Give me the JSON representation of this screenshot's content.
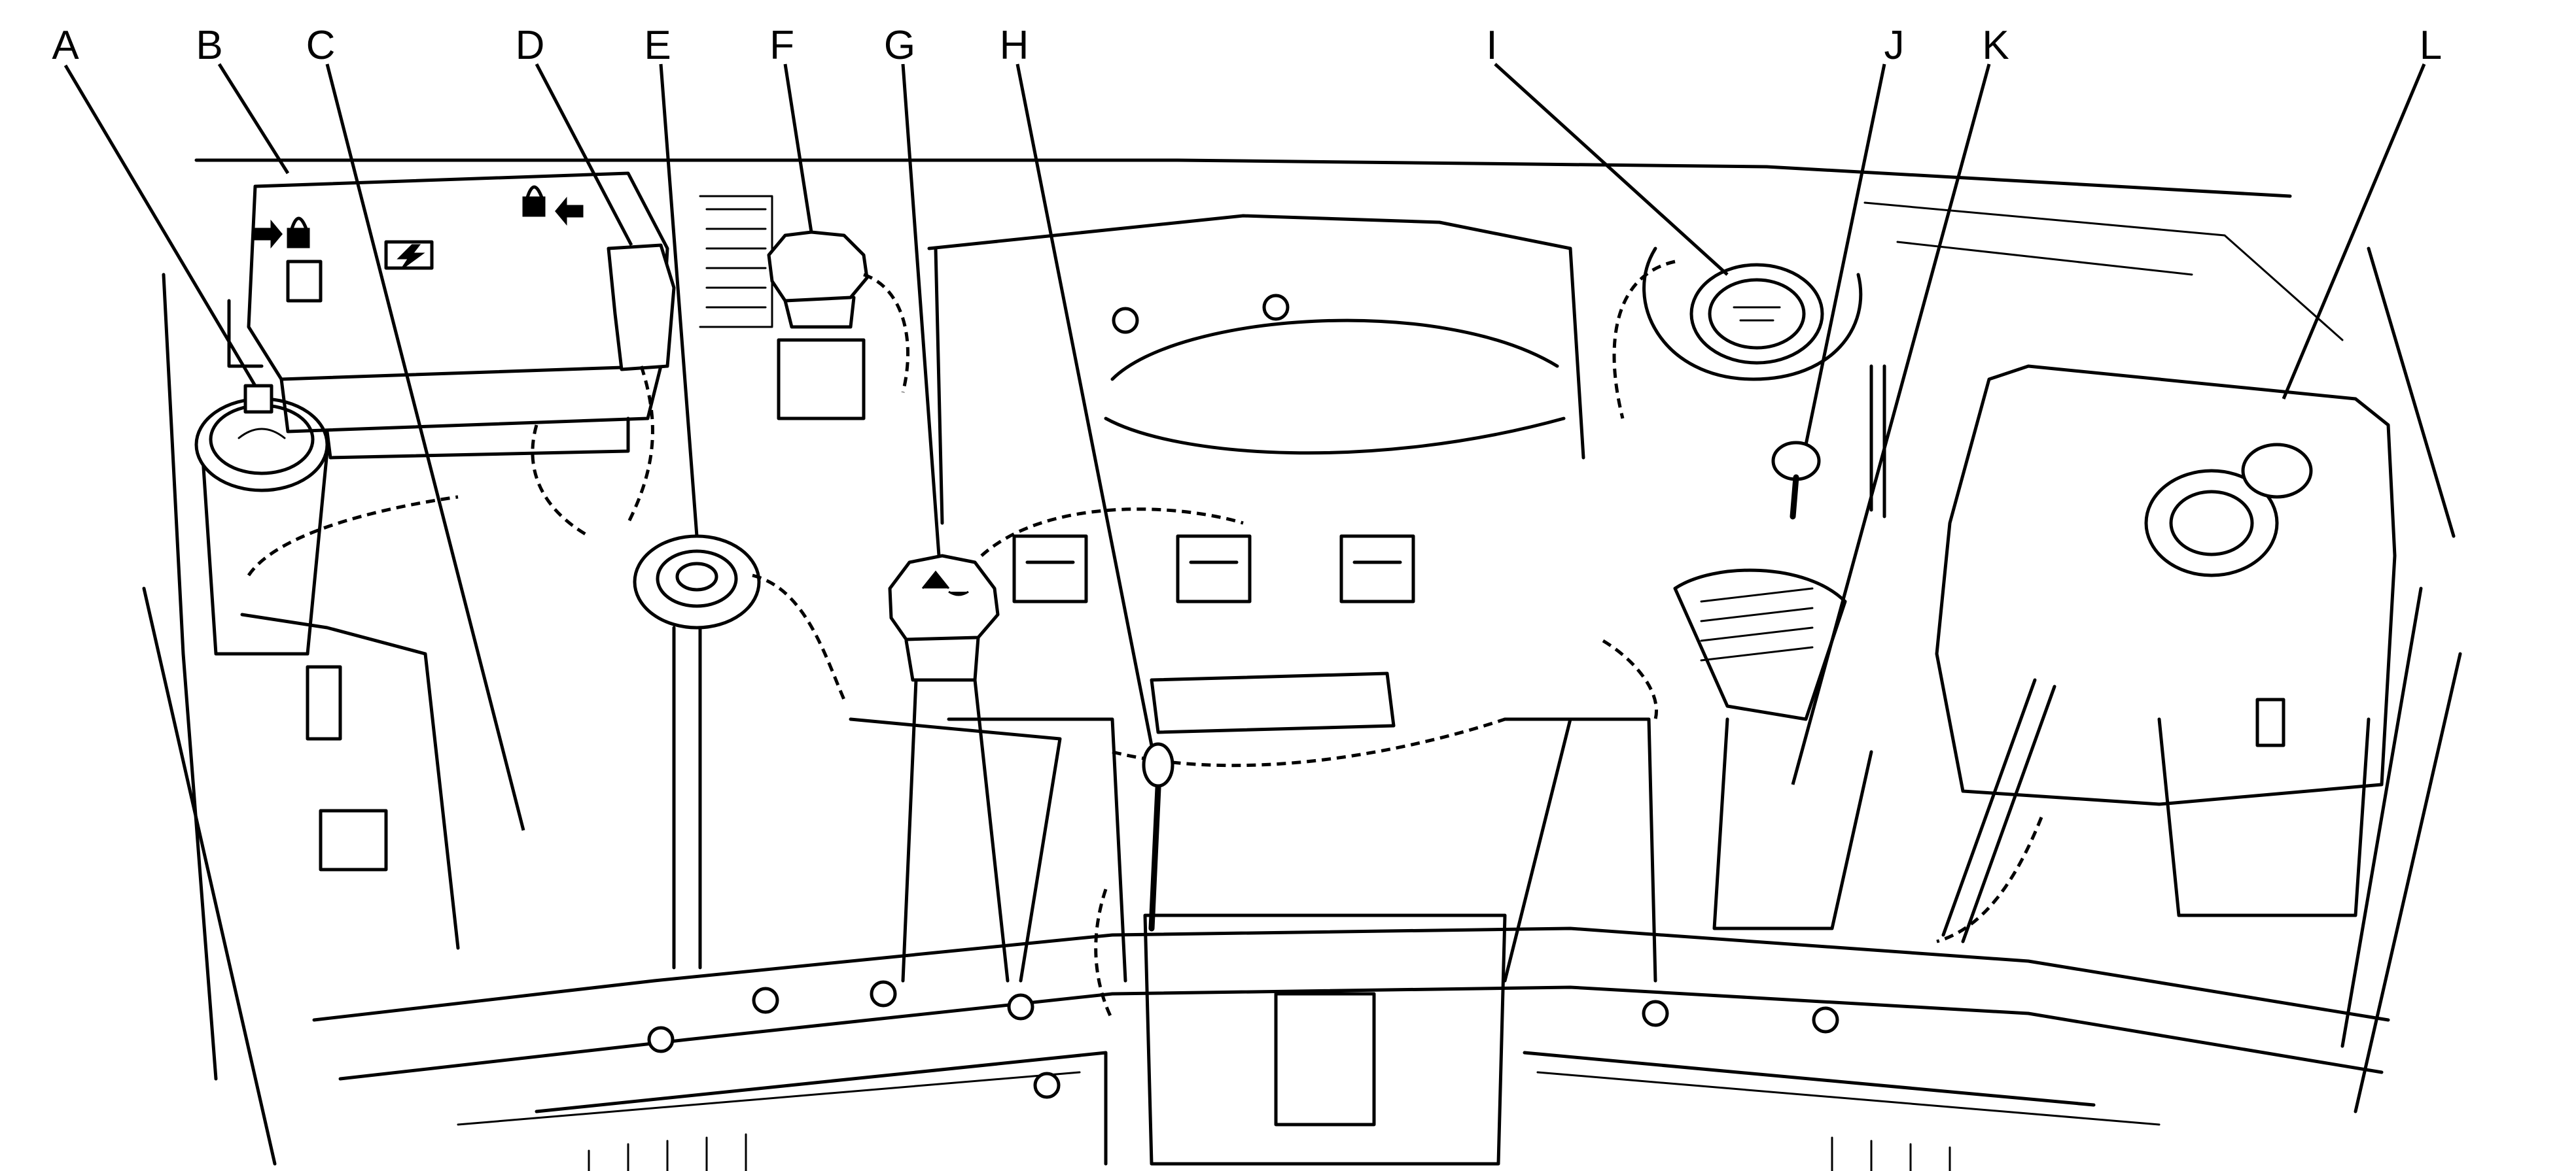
{
  "callouts": {
    "a": "A",
    "b": "B",
    "c": "C",
    "d": "D",
    "e": "E",
    "f": "F",
    "g": "G",
    "h": "H",
    "i": "I",
    "j": "J",
    "k": "K",
    "l": "L"
  },
  "colors": {
    "ink": "#000000",
    "paper": "#ffffff"
  }
}
